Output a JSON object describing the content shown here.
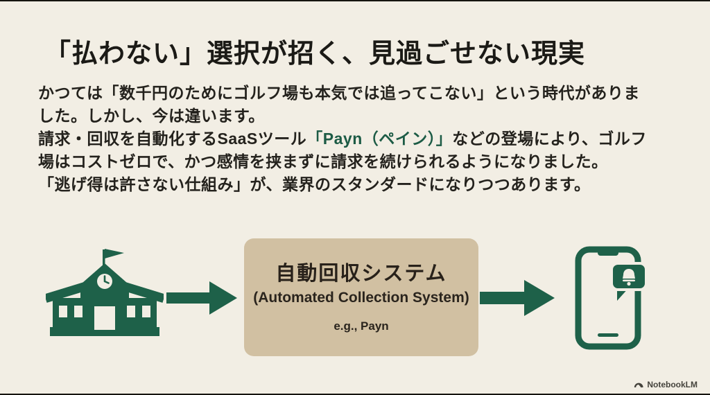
{
  "title": "「払わない」選択が招く、見過ごせない現実",
  "body": {
    "line1": "かつては「数千円のためにゴルフ場も本気では追ってこない」という時代がありま",
    "line2": "した。しかし、今は違います。",
    "line3_pre": "請求・回収を自動化するSaaSツール",
    "line3_highlight": "「Payn（ペイン）」",
    "line3_post": "などの登場により、ゴルフ",
    "line4": "場はコストゼロで、かつ感情を挟まずに請求を続けられるようになりました。",
    "line5": "「逃げ得は許さない仕組み」が、業界のスタンダードになりつつあります。"
  },
  "diagram": {
    "source_icon": "clubhouse-building",
    "system_box": {
      "title_ja": "自動回収システム",
      "title_en": "(Automated Collection System)",
      "example": "e.g., Payn"
    },
    "target_icon": "smartphone-notification"
  },
  "watermark": {
    "label": "NotebookLM"
  },
  "colors": {
    "background": "#F2EEE4",
    "accent_green": "#1E6149",
    "payn_text_green": "#1C5B45",
    "box_tan": "#D1C0A2",
    "text_dark": "#24221D",
    "box_text_dark": "#28211A"
  }
}
